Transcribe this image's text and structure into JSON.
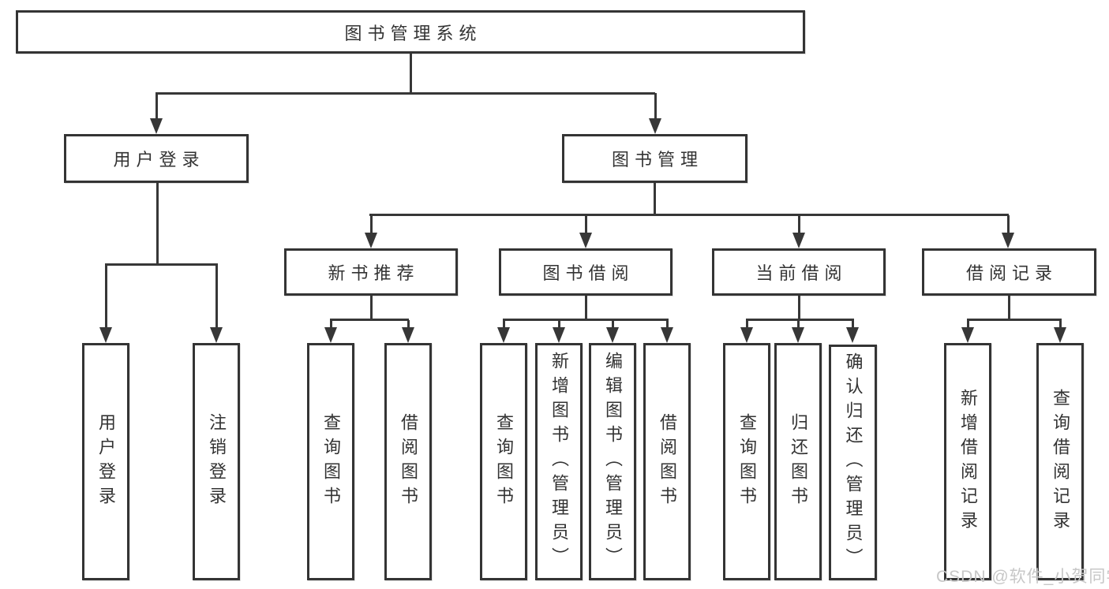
{
  "nodes": {
    "root": {
      "label": "图书管理系统"
    },
    "user_login_branch": {
      "label": "用户登录"
    },
    "book_mgmt_branch": {
      "label": "图书管理"
    },
    "new_book_rec": {
      "label": "新书推荐"
    },
    "book_borrow": {
      "label": "图书借阅"
    },
    "current_borrow": {
      "label": "当前借阅"
    },
    "borrow_records": {
      "label": "借阅记录"
    },
    "leaf_user_login": {
      "label": "用户登录"
    },
    "leaf_logout": {
      "label": "注销登录"
    },
    "leaf_query_books_rec": {
      "label": "查询图书"
    },
    "leaf_borrow_books_rec": {
      "label": "借阅图书"
    },
    "leaf_query_books_borrow": {
      "label": "查询图书"
    },
    "leaf_add_book_admin": {
      "label": "新增图书（管理员）"
    },
    "leaf_edit_book_admin": {
      "label": "编辑图书（管理员）"
    },
    "leaf_borrow_books_borrow": {
      "label": "借阅图书"
    },
    "leaf_query_books_current": {
      "label": "查询图书"
    },
    "leaf_return_book": {
      "label": "归还图书"
    },
    "leaf_confirm_return_admin": {
      "label": "确认归还（管理员）"
    },
    "leaf_add_borrow_record": {
      "label": "新增借阅记录"
    },
    "leaf_query_borrow_record": {
      "label": "查询借阅记录"
    }
  },
  "watermark": "CSDN @软件_小贺同学",
  "colors": {
    "line": "#373737",
    "box_border": "#343434",
    "text": "#333333",
    "watermark": "#c7c7c7",
    "background": "#ffffff"
  }
}
